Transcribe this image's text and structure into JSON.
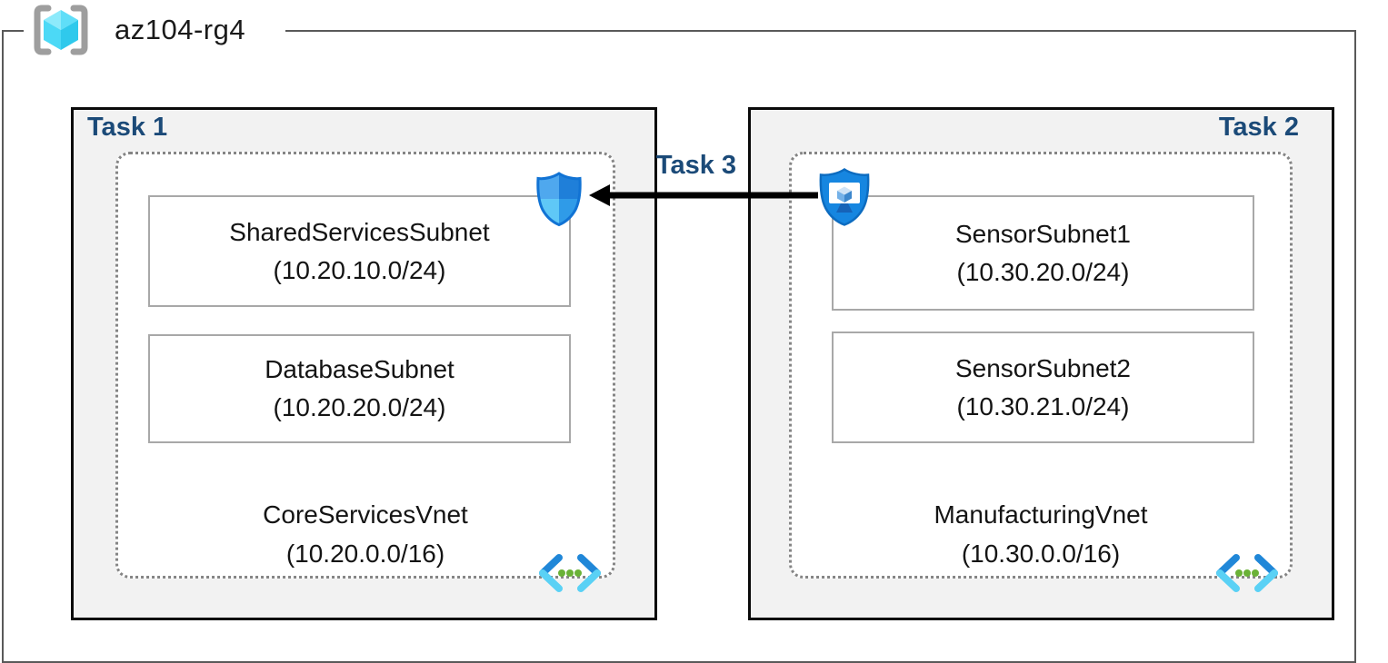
{
  "header": {
    "resource_group_name": "az104-rg4"
  },
  "diagram": {
    "task1": {
      "label": "Task 1",
      "vnet": {
        "name": "CoreServicesVnet",
        "cidr": "(10.20.0.0/16)",
        "subnets": [
          {
            "name": "SharedServicesSubnet",
            "cidr": "(10.20.10.0/24)"
          },
          {
            "name": "DatabaseSubnet",
            "cidr": "(10.20.20.0/24)"
          }
        ]
      }
    },
    "task2": {
      "label": "Task 2",
      "vnet": {
        "name": "ManufacturingVnet",
        "cidr": "(10.30.0.0/16)",
        "subnets": [
          {
            "name": "SensorSubnet1",
            "cidr": "(10.30.20.0/24)"
          },
          {
            "name": "SensorSubnet2",
            "cidr": "(10.30.21.0/24)"
          }
        ]
      }
    },
    "task3": {
      "label": "Task 3",
      "arrow_direction": "from ManufacturingVnet bastion icon to CoreServicesVnet shield icon"
    }
  },
  "icons": {
    "resource_group": "resource-group-brackets-cube",
    "network_shield": "security-shield-quadrants",
    "bastion_shield": "shield-with-monitor-cube",
    "virtual_network": "angle-brackets-green-dots"
  },
  "colors": {
    "task_label": "#1b4a78",
    "task_box_fill": "#f2f2f2",
    "task_box_border": "#0a0a0a",
    "frame_border": "#595959",
    "vnet_dotted_border": "#858585",
    "subnet_border": "#a8a8a8",
    "arrow": "#000000",
    "azure_blue": "#1686e0",
    "vnet_dot_green": "#6ab237",
    "cube_cyan": "#4cd9f6"
  }
}
